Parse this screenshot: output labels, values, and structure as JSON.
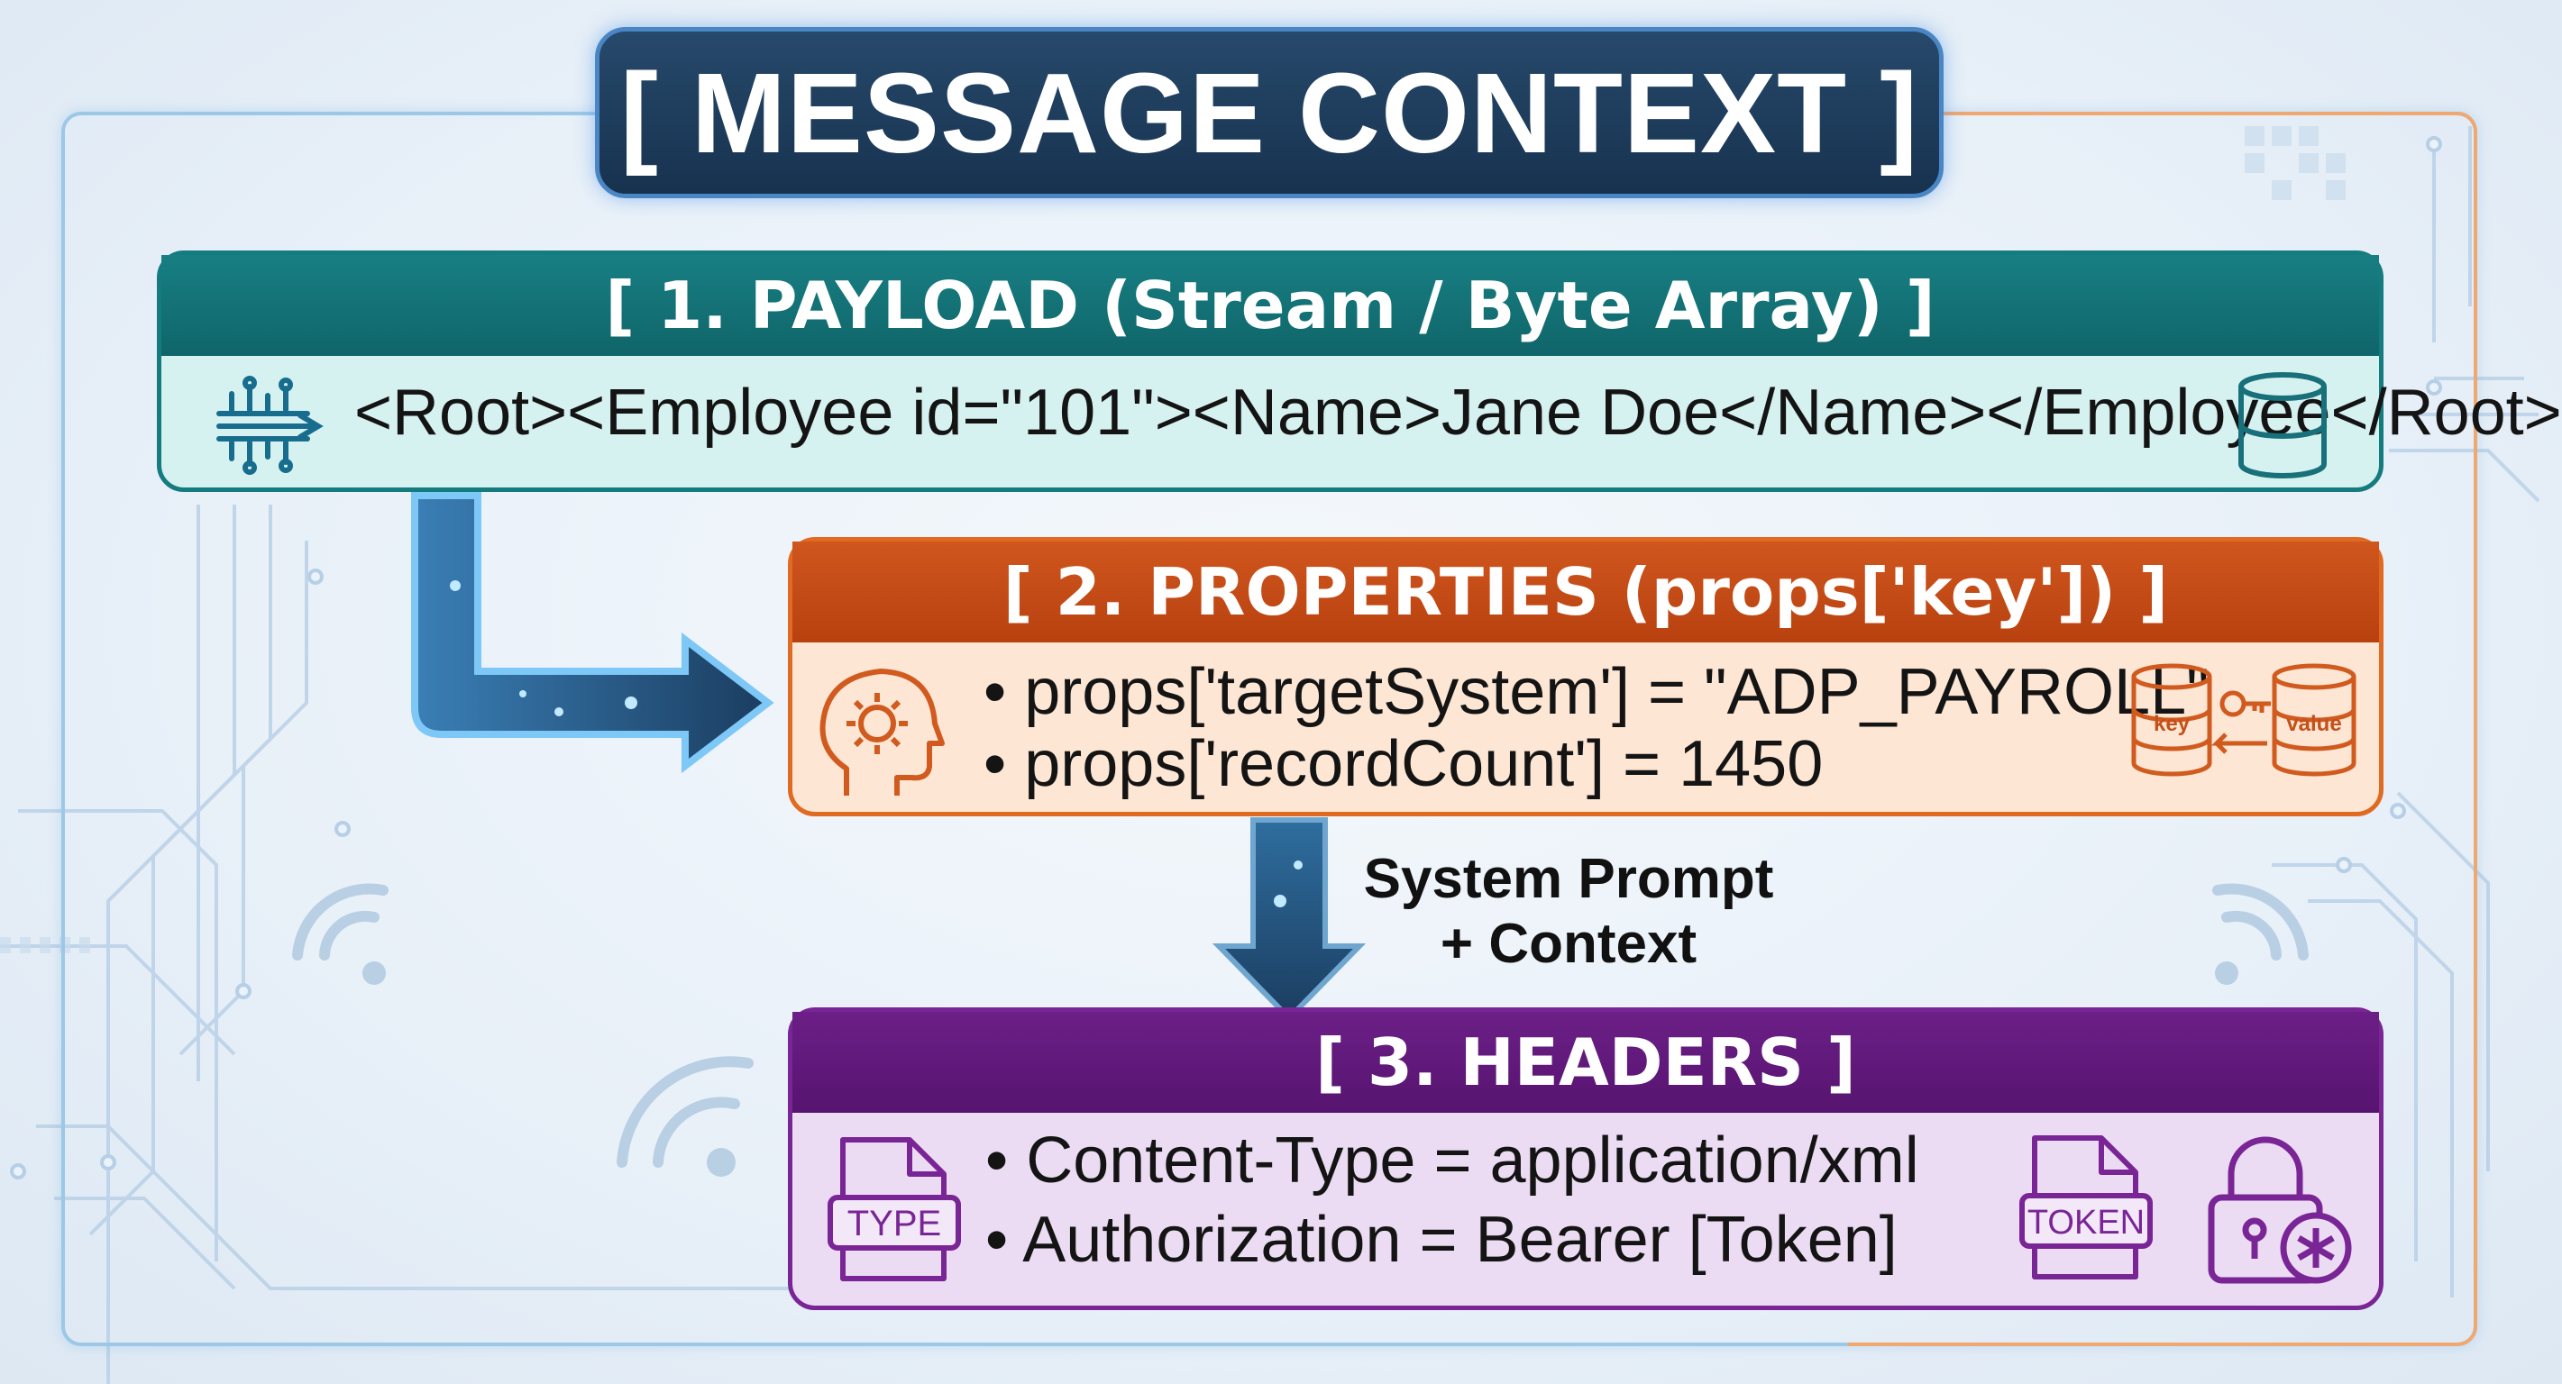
{
  "title": "[ MESSAGE CONTEXT ]",
  "payload": {
    "header": "[ 1. PAYLOAD (Stream / Byte Array) ]",
    "content": "<Root><Employee id=\"101\"><Name>Jane Doe</Name></Employee</Root>",
    "color": "#147b7f"
  },
  "properties": {
    "header": "[ 2. PROPERTIES (props['key']) ]",
    "items": [
      "• props['targetSystem'] = \"ADP_PAYROLL\"",
      "• props['recordCount'] = 1450"
    ],
    "key_label": "key",
    "value_label": "value",
    "color": "#e06a22"
  },
  "connector_label": {
    "line1": "System Prompt",
    "line2": "+ Context"
  },
  "headers": {
    "header": "[ 3. HEADERS ]",
    "items": [
      "• Content-Type = application/xml",
      "• Authorization = Bearer [Token]"
    ],
    "type_label": "TYPE",
    "token_label": "TOKEN",
    "color": "#7a2596"
  },
  "colors": {
    "title_bg": "#1c3a5a",
    "frame_left": "#9cc8e6",
    "frame_right": "#f0a770",
    "arrow": "#24527a"
  },
  "icons": [
    "data-flow-icon",
    "database-icon",
    "gear-head-icon",
    "key-value-database-icon",
    "type-file-icon",
    "token-file-icon",
    "padlock-icon",
    "wifi-signal-icon"
  ]
}
